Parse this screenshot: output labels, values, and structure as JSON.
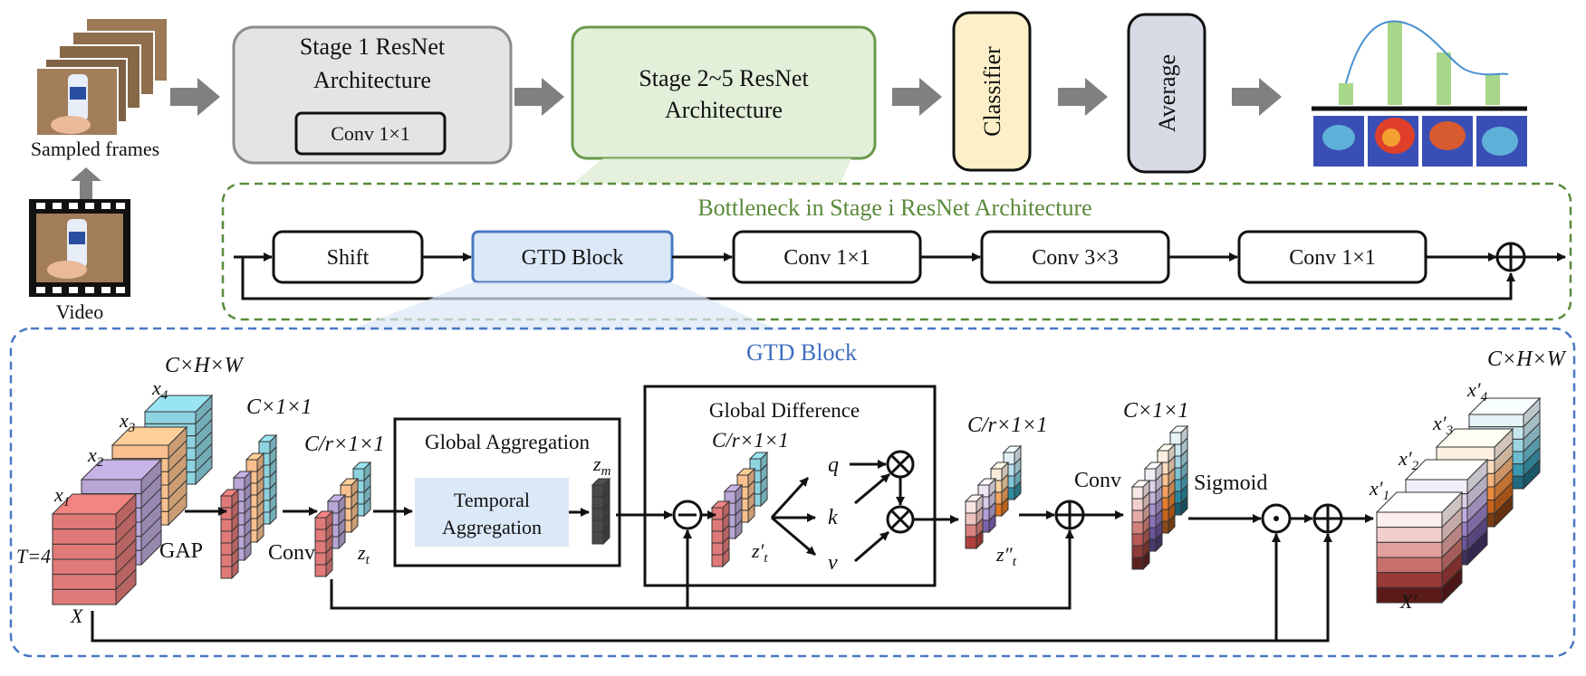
{
  "top": {
    "video_label": "Video",
    "frames_label": "Sampled frames",
    "stage1": {
      "line1": "Stage 1 ResNet",
      "line2": "Architecture",
      "conv": "Conv 1×1"
    },
    "stage25": {
      "line1": "Stage 2~5 ResNet",
      "line2": "Architecture"
    },
    "classifier": "Classifier",
    "average": "Average"
  },
  "bottleneck": {
    "title": "Bottleneck in Stage i ResNet Architecture",
    "blocks": [
      "Shift",
      "GTD Block",
      "Conv 1×1",
      "Conv 3×3",
      "Conv 1×1"
    ]
  },
  "gtd": {
    "title": "GTD Block",
    "input_dims": "C×H×W",
    "x_labels": [
      "x",
      "x",
      "x",
      "x"
    ],
    "x_subs": [
      "1",
      "2",
      "3",
      "4"
    ],
    "t_label": "T=4",
    "X": "X",
    "gap": "GAP",
    "c11": "C×1×1",
    "conv1": "Conv",
    "cr11": "C/r×1×1",
    "zt": "z",
    "zt_sub": "t",
    "global_agg": {
      "title": "Global Aggregation",
      "inner1": "Temporal",
      "inner2": "Aggregation",
      "zm": "z",
      "zm_sub": "m"
    },
    "global_diff": {
      "title": "Global Difference",
      "cr11": "C/r×1×1",
      "zpt": "z′",
      "zpt_sub": "t",
      "q": "q",
      "k": "k",
      "v": "v"
    },
    "cr11_b": "C/r×1×1",
    "zppt": "z″",
    "zppt_sub": "t",
    "conv2": "Conv",
    "c11_b": "C×1×1",
    "sigmoid": "Sigmoid",
    "out_dims": "C×H×W",
    "xp_labels": [
      "x′",
      "x′",
      "x′",
      "x′"
    ],
    "xp_subs": [
      "1",
      "2",
      "3",
      "4"
    ],
    "Xp": "X′"
  },
  "colors": {
    "bottleneck_border": "#5a8a3a",
    "gtd_border": "#4a78c2",
    "bottleneck_title": "#5a8a3a",
    "gtd_title": "#3f6fbf",
    "stage1_fill": "#e4e4e4",
    "stage25_fill": "#e2efd9",
    "stage25_border": "#6a9a4a",
    "classifier_fill": "#fdf0c8",
    "average_fill": "#d6dbe5",
    "gtd_block_fill": "#dbe8f7",
    "temporal_fill": "#dbe8f7",
    "arrow_gray": "#808080",
    "bar_green": "#a8d78a",
    "curve_blue": "#4a90d0",
    "x1": "#e07a78",
    "x2": "#b8a6d6",
    "x3": "#f8c08e",
    "x4": "#8ed3e0"
  }
}
